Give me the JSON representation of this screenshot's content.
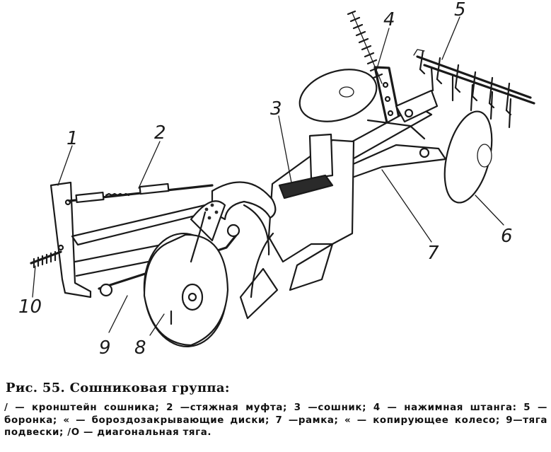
{
  "figure": {
    "labels": {
      "l1": "1",
      "l2": "2",
      "l3": "3",
      "l4": "4",
      "l5": "5",
      "l6": "6",
      "l7": "7",
      "l8": "8",
      "l9": "9",
      "l10": "10"
    }
  },
  "caption": {
    "title": "Рис. 55. Сошниковая группа:",
    "body": "/ — кронштейн сошника; 2 —стяжная муфта; 3 —сошник; 4 — нажимная штанга: 5 —боронка; « — бороздозакрывающие диски; 7 —рамка; « — копирующее колесо; 9—тяга подвески; /О — диагональная тяга."
  }
}
